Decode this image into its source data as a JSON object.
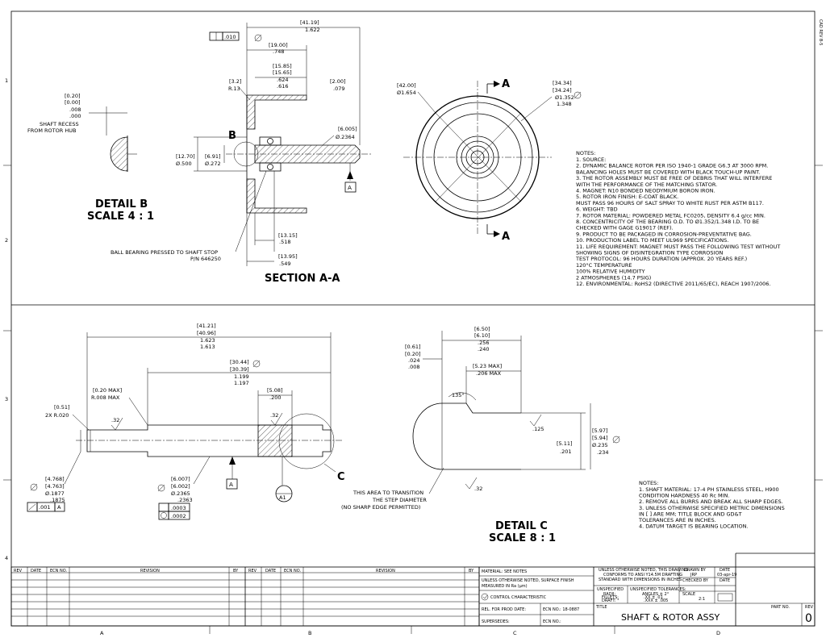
{
  "zones": {
    "cols": [
      "A",
      "B",
      "C",
      "D"
    ],
    "rows": [
      "1",
      "2",
      "3",
      "4"
    ]
  },
  "corner_label": "CAD REV B-5",
  "detail_b": {
    "title": "DETAIL B",
    "scale": "SCALE 4 : 1",
    "dim_metric": "[0.20]",
    "dim_metric2": "[0.00]",
    "dim_in": ".008",
    "dim_in2": ".000",
    "note1": "SHAFT RECESS",
    "note2": "FROM ROTOR HUB"
  },
  "section_aa": {
    "title": "SECTION A-A",
    "flatness_val": ".010",
    "flatness_datum": "A",
    "d41": "[41.19]",
    "d41i": "1.622",
    "d19": "[19.00]",
    "d19i": ".748",
    "d15a": "[15.85]",
    "d15b": "[15.65]",
    "d15c": ".624",
    "d15d": ".616",
    "d2": "[2.00]",
    "d2i": ".079",
    "r3": "[3.2]",
    "r3i": "R.13",
    "d6": "[6.005]",
    "d6i": "Ø.2364",
    "d12": "[12.70]",
    "d12i": "Ø.500",
    "d69": "[6.91]",
    "d69i": "Ø.272",
    "d13": "[13.15]",
    "d13i": ".518",
    "d139": "[13.95]",
    "d139i": ".549",
    "label_b": "B",
    "datum_a": "A",
    "bearing_note": "BALL BEARING PRESSED TO SHAFT STOP",
    "bearing_pn": "P/N 646250"
  },
  "front_view": {
    "d42": "[42.00]",
    "d42i": "Ø1.654",
    "d34a": "[34.34]",
    "d34b": "[34.24]",
    "d34c": "Ø1.352",
    "d34d": "1.348",
    "arrow_a": "A"
  },
  "notes_top": {
    "title": "NOTES:",
    "lines": [
      "1.   SOURCE:",
      "2.   DYNAMIC BALANCE ROTOR PER ISO 1940-1 GRADE G6.3 AT 3000 RPM.",
      "      BALANCING HOLES MUST BE COVERED WITH BLACK TOUCH-UP PAINT.",
      "3.   THE ROTOR ASSEMBLY MUST BE FREE OF DEBRIS THAT WILL INTERFERE",
      "      WITH THE PERFORMANCE OF THE MATCHING STATOR.",
      "4.   MAGNET: N10 BONDED NEODYMIUM BORON IRON.",
      "5.   ROTOR IRON FINISH: E-COAT BLACK.",
      "      MUST PASS 96 HOURS OF SALT SPRAY TO WHITE RUST PER ASTM B117.",
      "6.   WEIGHT: TBD",
      "7.   ROTOR MATERIAL: POWDERED METAL FC0205, DENSITY 6.4 g/cc MIN.",
      "8.   CONCENTRICITY OF THE BEARING O.D. TO Ø1.352/1.348 I.D. TO BE",
      "      CHECKED WITH GAGE G19017 (REF).",
      "9.   PRODUCT TO BE PACKAGED IN CORROSION-PREVENTATIVE BAG.",
      "10.  PRODUCTION LABEL TO MEET UL969 SPECIFICATIONS.",
      "11.  LIFE REQUIREMENT: MAGNET MUST PASS THE FOLLOWING TEST WITHOUT",
      "      SHOWING SIGNS OF DISINTEGRATION TYPE CORROSION",
      "            TEST PROTOCOL: 96 HOURS DURATION (APPROX. 20 YEARS REF.)",
      "            120°C TEMPERATURE",
      "            100% RELATIVE HUMIDITY",
      "            2 ATMOSPHERES (14.7 PSIG)",
      "12.  ENVIRONMENTAL: RoHS2 (DIRECTIVE 2011/65/EC), REACH 1907/2006."
    ]
  },
  "shaft": {
    "d41a": "[41.21]",
    "d41b": "[40.96]",
    "d41c": "1.623",
    "d41d": "1.613",
    "d30a": "[30.44]",
    "d30b": "[30.39]",
    "d30c": "1.199",
    "d30d": "1.197",
    "d020": "[0.20 MAX]",
    "d020i": "R.008 MAX",
    "d051": "[0.51]",
    "d051i": "2X  R.020",
    "d508": "[5.08]",
    "d508i": ".200",
    "finish1": ".32",
    "finish2": ".32",
    "d4a": "[4.768]",
    "d4b": "[4.763]",
    "d4c": "Ø.1877",
    "d4d": ".1875",
    "d6a": "[6.007]",
    "d6b": "[6.002]",
    "d6c": "Ø.2365",
    "d6d": ".2363",
    "fcf1": ".001",
    "fcf1d": "A",
    "fcf2": ".0003",
    "fcf3": ".0002",
    "datum_a": "A",
    "target": "A1",
    "label_c": "C"
  },
  "detail_c": {
    "title": "DETAIL C",
    "scale": "SCALE 8 : 1",
    "d061a": "[0.61]",
    "d061b": "[0.20]",
    "d061c": ".024",
    "d061d": ".008",
    "d650a": "[6.50]",
    "d650b": "[6.10]",
    "d650c": ".256",
    "d650d": ".240",
    "d523": "[5.23 MAX]",
    "d523i": ".206 MAX",
    "angle": "135°",
    "f125": ".125",
    "f32": ".32",
    "d511": "[5.11]",
    "d511i": ".201",
    "d597a": "[5.97]",
    "d597b": "[5.94]",
    "d597c": "Ø.235",
    "d597d": ".234",
    "trans1": "THIS AREA TO TRANSITION",
    "trans2": "THE STEP DIAMETER",
    "trans3": "(NO SHARP EDGE PERMITTED)"
  },
  "notes_bottom": {
    "title": "NOTES:",
    "lines": [
      "1.     SHAFT MATERIAL: 17-4 PH STAINLESS STEEL, H900",
      "         CONDITION HARDNESS 40 Rc MIN.",
      "2.     REMOVE ALL BURRS AND BREAK ALL SHARP EDGES.",
      "3.     UNLESS OTHERWISE SPECIFIED METRIC DIMENSIONS",
      "         IN [ ] ARE MM; TITLE BLOCK AND GD&T",
      "         TOLERANCES ARE IN INCHES.",
      "4.     DATUM TARGET IS BEARING LOCATION."
    ]
  },
  "rev_table": {
    "headers": [
      "REV",
      "DATE",
      "ECN NO.",
      "REVISION",
      "BY"
    ]
  },
  "title_block": {
    "material": "MATERIAL: SEE NOTES",
    "finish1": "UNLESS OTHERWISE NOTED, SURFACE FINISH",
    "finish2": "MEASURED IN Ra (µm)",
    "control": "CONTROL CHARACTERISTIC",
    "rel": "REL. FOR PROD DATE:",
    "ecn1": "ECN NO.: 18-0887",
    "supersedes": "SUPERSEDES:",
    "ecn2": "ECN NO.:",
    "std1": "UNLESS OTHERWISE NOTED, THIS DRAWING",
    "std2": "CONFORMS TO ANSI Y14.5M DRAFTING",
    "std3": "STANDARD WITH DIMENSIONS IN INCHES",
    "unspec": "UNSPECIFIED",
    "radii": "RADII:",
    "fillets": "FILLETS:",
    "draft": "DRAFT:  °",
    "tol_title": "UNSPECIFIED TOLERANCES:",
    "tol1": "ANGLES ± 2°",
    "tol2": ".XX ± .01",
    "tol3": ".XXX ± .005",
    "drawn_by": "DRAWN BY",
    "drawn_val": "JRP",
    "date": "DATE",
    "date_val": "03-apr-19",
    "checked_by": "CHECKED BY",
    "date2": "DATE",
    "scale_lbl": "SCALE",
    "scale_val": "2:1",
    "title_lbl": "TITLE",
    "title": "SHAFT & ROTOR ASSY",
    "part_no": "PART NO.",
    "rev_lbl": "REV",
    "rev_val": "0"
  }
}
